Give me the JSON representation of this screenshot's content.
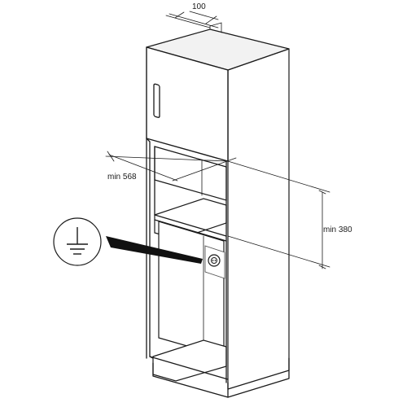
{
  "dimensions": {
    "depth_offset_label": "100",
    "min_width_label": "min 568",
    "min_height_label": "min 380"
  },
  "icons": {
    "earth_symbol": "ground-icon",
    "socket": "power-socket-icon"
  },
  "colors": {
    "line": "#1a1a1a",
    "background": "#ffffff",
    "arrow": "#111111"
  }
}
